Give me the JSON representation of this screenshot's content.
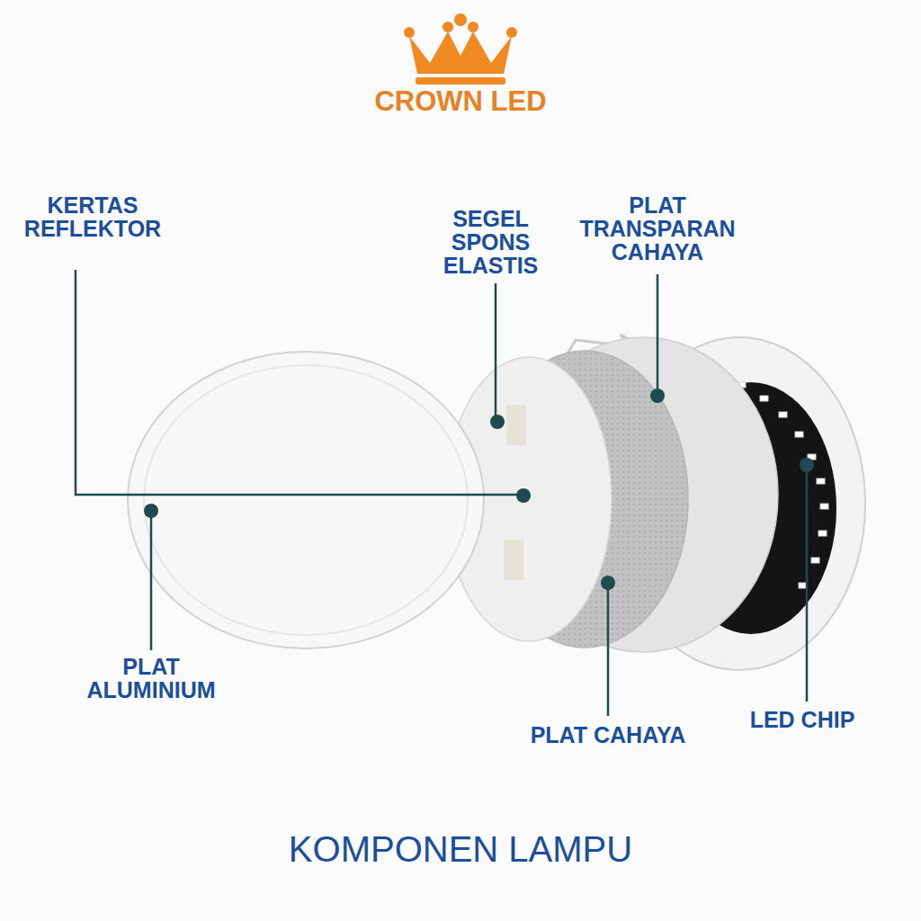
{
  "diagram": {
    "title": "KOMPONEN LAMPU",
    "labels": [
      "CROWN LED",
      "KERTAS REFLEKTOR",
      "SEGEL SPONS ELASTIS",
      "PLAT TRANSPARAN CAHAYA",
      "PLAT ALUMINIUM",
      "PLAT CAHAYA",
      "LED CHIP"
    ]
  }
}
